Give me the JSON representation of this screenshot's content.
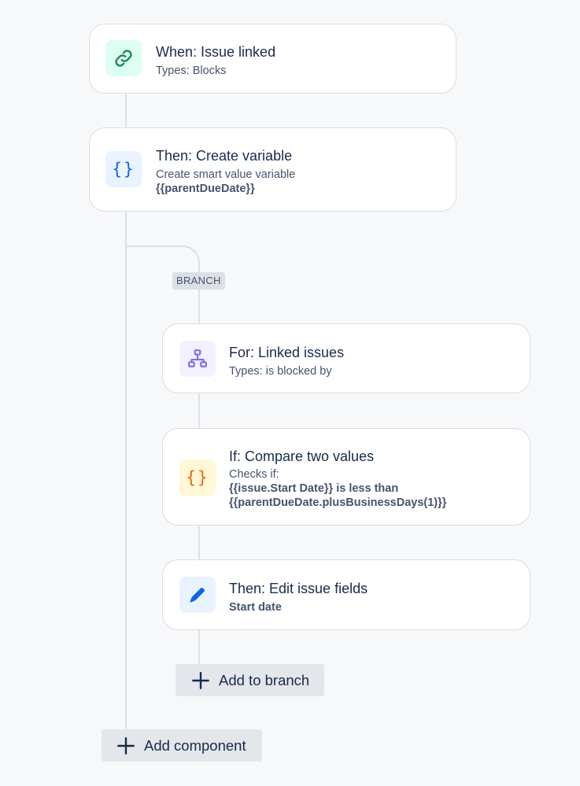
{
  "flow": {
    "trigger": {
      "title": "When: Issue linked",
      "subtitle": "Types: Blocks",
      "icon": "link-icon",
      "icon_bg": "#dcfff1",
      "icon_color": "#1f845a"
    },
    "create_variable": {
      "title": "Then: Create variable",
      "subtitle": "Create smart value variable",
      "value": "{{parentDueDate}}",
      "icon": "braces-icon",
      "icon_bg": "#e9f2ff",
      "icon_color": "#0c66e4"
    },
    "branch_label": "BRANCH",
    "branch": {
      "for_linked": {
        "title": "For: Linked issues",
        "subtitle": "Types: is blocked by",
        "icon": "hierarchy-icon",
        "icon_bg": "#f3f0ff",
        "icon_color": "#8270db"
      },
      "compare": {
        "title": "If: Compare two values",
        "subtitle": "Checks if:",
        "line1": "{{issue.Start Date}} is less than",
        "line2": "{{parentDueDate.plusBusinessDays(1)}}",
        "icon": "braces-icon",
        "icon_bg": "#fff7d6",
        "icon_color": "#e56910"
      },
      "edit_fields": {
        "title": "Then: Edit issue fields",
        "subtitle": "Start date",
        "icon": "pencil-icon",
        "icon_bg": "#e9f2ff",
        "icon_color": "#0c66e4"
      },
      "add_label": "Add to branch"
    },
    "add_component_label": "Add component"
  }
}
